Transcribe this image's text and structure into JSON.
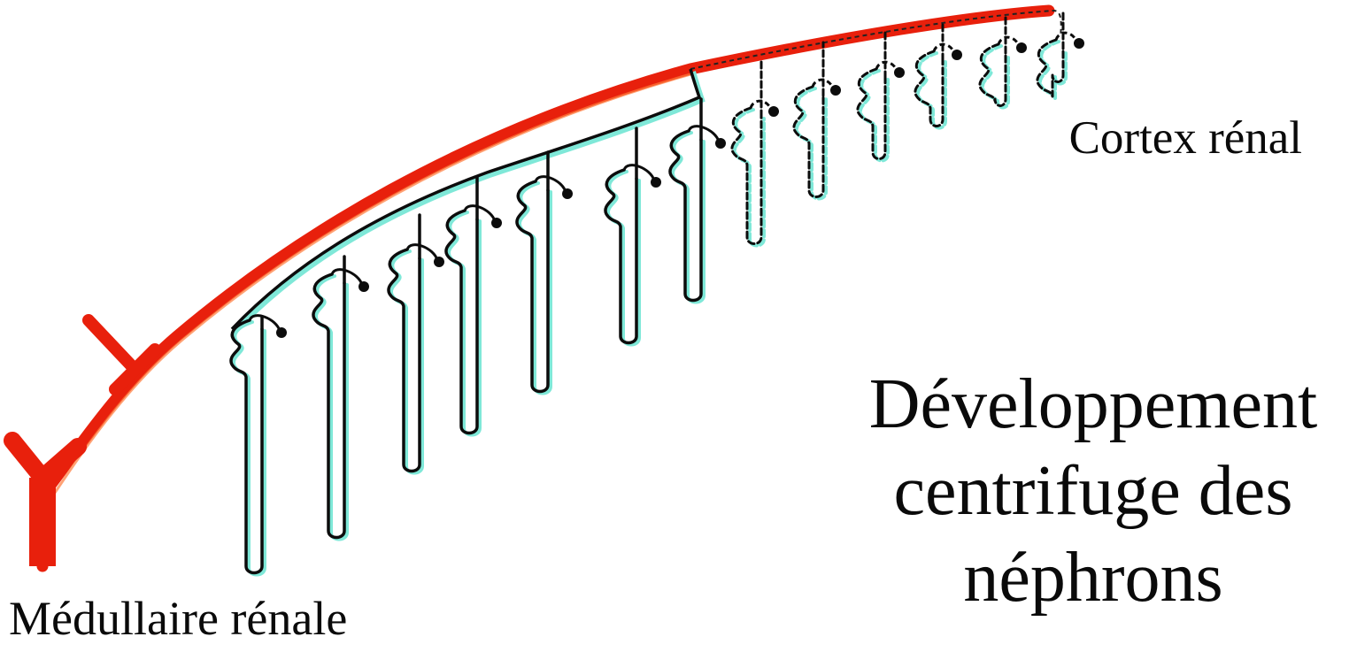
{
  "labels": {
    "cortex": "Cortex rénal",
    "medulla": "Médullaire rénale"
  },
  "title": {
    "line1": "Développement",
    "line2": "centrifuge des",
    "line3": "néphrons"
  },
  "colors": {
    "duct": "#e8200c",
    "duct_highlight": "#ff5a2a",
    "tubule": "#0c0c0c",
    "tubule_shadow": "#7fe8d8",
    "text": "#0a0a0a"
  },
  "nephrons": {
    "mature_count": 7,
    "developing_count": 6
  }
}
